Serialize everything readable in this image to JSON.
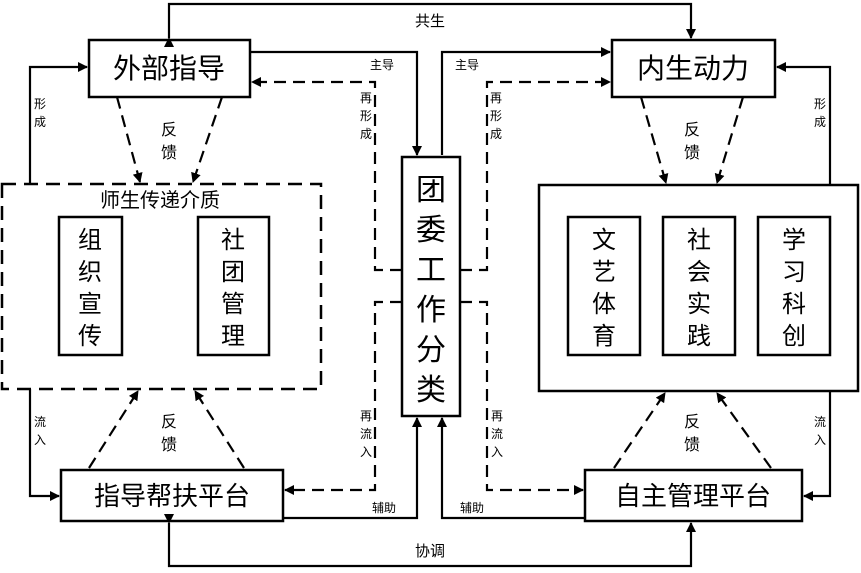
{
  "nodes": {
    "external_guidance": "外部指导",
    "internal_motivation": "内生动力",
    "league_committee": [
      "团",
      "委",
      "工",
      "作",
      "分",
      "类"
    ],
    "medium_title": "师生传递介质",
    "org_promo": [
      "组",
      "织",
      "宣",
      "传"
    ],
    "club_mgmt": [
      "社",
      "团",
      "管",
      "理"
    ],
    "culture_sports": [
      "文",
      "艺",
      "体",
      "育"
    ],
    "social_practice": [
      "社",
      "会",
      "实",
      "践"
    ],
    "science_innovation": [
      "学",
      "习",
      "科",
      "创"
    ],
    "guidance_platform": "指导帮扶平台",
    "self_mgmt_platform": "自主管理平台"
  },
  "edge_labels": {
    "symbiosis": "共生",
    "coordination": "协调",
    "lead_left": "主导",
    "lead_right": "主导",
    "reform_left": [
      "再",
      "形",
      "成"
    ],
    "reform_right": [
      "再",
      "形",
      "成"
    ],
    "form_left": [
      "形",
      "成"
    ],
    "form_right": [
      "形",
      "成"
    ],
    "feedback_top_left": [
      "反",
      "馈"
    ],
    "feedback_top_right": [
      "反",
      "馈"
    ],
    "feedback_bottom_left": [
      "反",
      "馈"
    ],
    "feedback_bottom_right": [
      "反",
      "馈"
    ],
    "inflow_left": [
      "流",
      "入"
    ],
    "inflow_right": [
      "流",
      "入"
    ],
    "reinflow_left": [
      "再",
      "流",
      "入"
    ],
    "reinflow_right": [
      "再",
      "流",
      "入"
    ],
    "assist_left": "辅助",
    "assist_right": "辅助"
  }
}
